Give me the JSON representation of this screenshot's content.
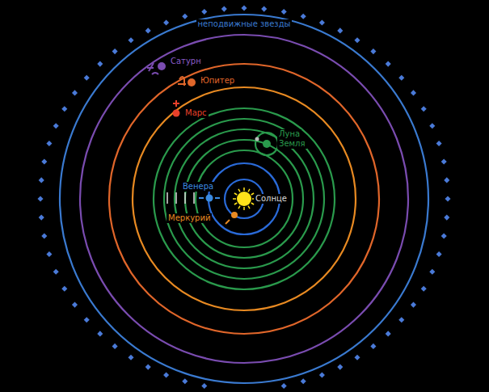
{
  "diagram": {
    "labels": [
      "неподвижные звезды",
      "Сатурн",
      "Юпитер",
      "Марс",
      "Луна",
      "Земля",
      "Венера",
      "Меркурий",
      "Солнце"
    ]
  }
}
